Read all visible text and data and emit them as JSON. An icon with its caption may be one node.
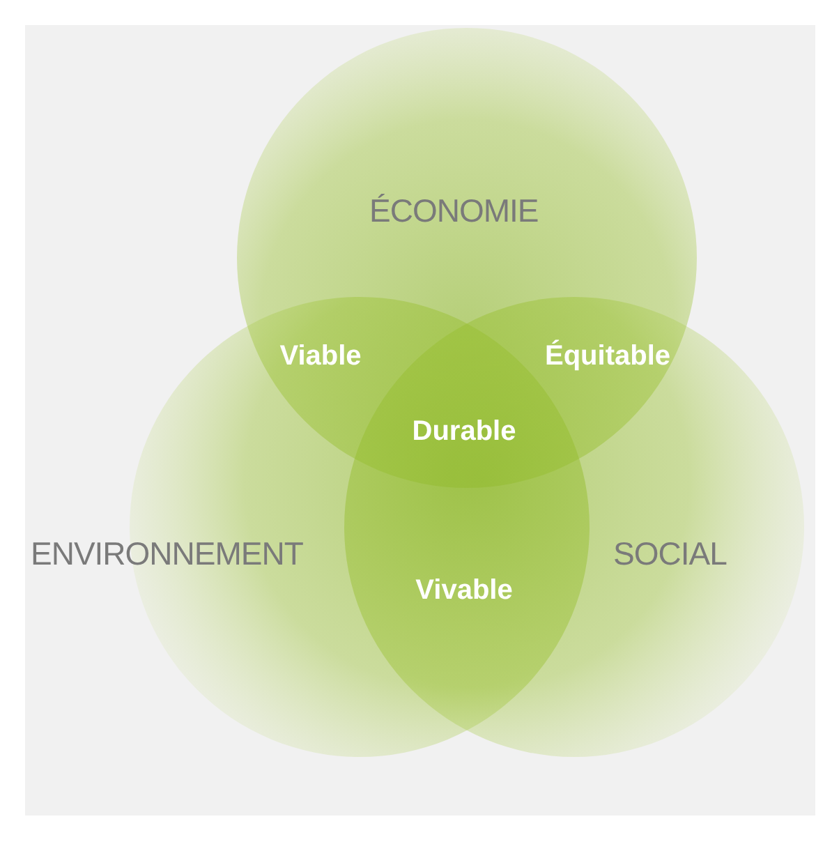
{
  "diagram": {
    "nodes": [
      {
        "text": [
          "ÉCONOMIE"
        ]
      },
      {
        "text": [
          "ENVIRONNEMENT"
        ]
      },
      {
        "text": [
          "SOCIAL"
        ]
      }
    ],
    "labels": [
      "Viable",
      "Équitable",
      "Durable",
      "Vivable"
    ]
  }
}
